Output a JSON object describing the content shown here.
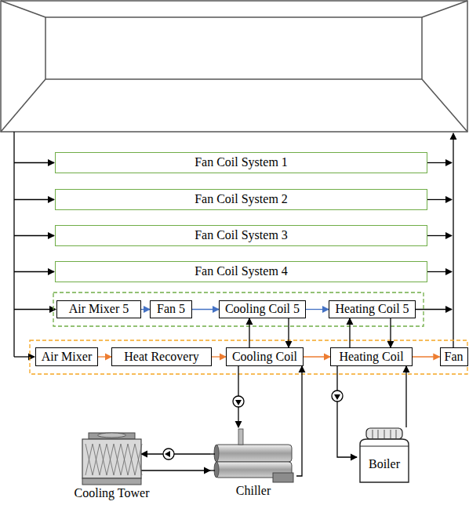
{
  "diagram": {
    "nodes": [
      {
        "text": [
          "Fan Coil System 1"
        ]
      },
      {
        "text": [
          "Fan Coil System 2"
        ]
      },
      {
        "text": [
          "Fan Coil System 3"
        ]
      },
      {
        "text": [
          "Fan Coil System 4"
        ]
      },
      {
        "text": [
          "Air Mixer 5"
        ]
      },
      {
        "text": [
          "Fan 5"
        ]
      },
      {
        "text": [
          "Cooling Coil 5"
        ]
      },
      {
        "text": [
          "Heating Coil 5"
        ]
      },
      {
        "text": [
          "Air Mixer"
        ]
      },
      {
        "text": [
          "Heat Recovery"
        ]
      },
      {
        "text": [
          "Cooling Coil"
        ]
      },
      {
        "text": [
          "Heating Coil"
        ]
      },
      {
        "text": [
          "Fan"
        ]
      },
      {
        "text": [
          "Cooling Tower"
        ]
      },
      {
        "text": [
          "Chiller"
        ]
      },
      {
        "text": [
          "Boiler"
        ]
      }
    ],
    "edges": [
      {
        "from": 4,
        "to": 5,
        "arrow": "to"
      },
      {
        "from": 5,
        "to": 6,
        "arrow": "to"
      },
      {
        "from": 6,
        "to": 7,
        "arrow": "to"
      },
      {
        "from": 8,
        "to": 9,
        "arrow": "to"
      },
      {
        "from": 9,
        "to": 10,
        "arrow": "to"
      },
      {
        "from": 10,
        "to": 11,
        "arrow": "to"
      },
      {
        "from": 11,
        "to": 12,
        "arrow": "to"
      },
      {
        "from": 10,
        "to": 6,
        "arrow": "to"
      },
      {
        "from": 6,
        "to": 10,
        "arrow": "to"
      },
      {
        "from": 11,
        "to": 7,
        "arrow": "to"
      },
      {
        "from": 7,
        "to": 11,
        "arrow": "to"
      },
      {
        "from": 10,
        "to": 14,
        "arrow": "to"
      },
      {
        "from": 14,
        "to": 10,
        "arrow": "to"
      },
      {
        "from": 14,
        "to": 13,
        "arrow": "to"
      },
      {
        "from": 13,
        "to": 14,
        "arrow": "to"
      },
      {
        "from": 11,
        "to": 15,
        "arrow": "to"
      },
      {
        "from": 15,
        "to": 11,
        "arrow": "to"
      }
    ]
  }
}
